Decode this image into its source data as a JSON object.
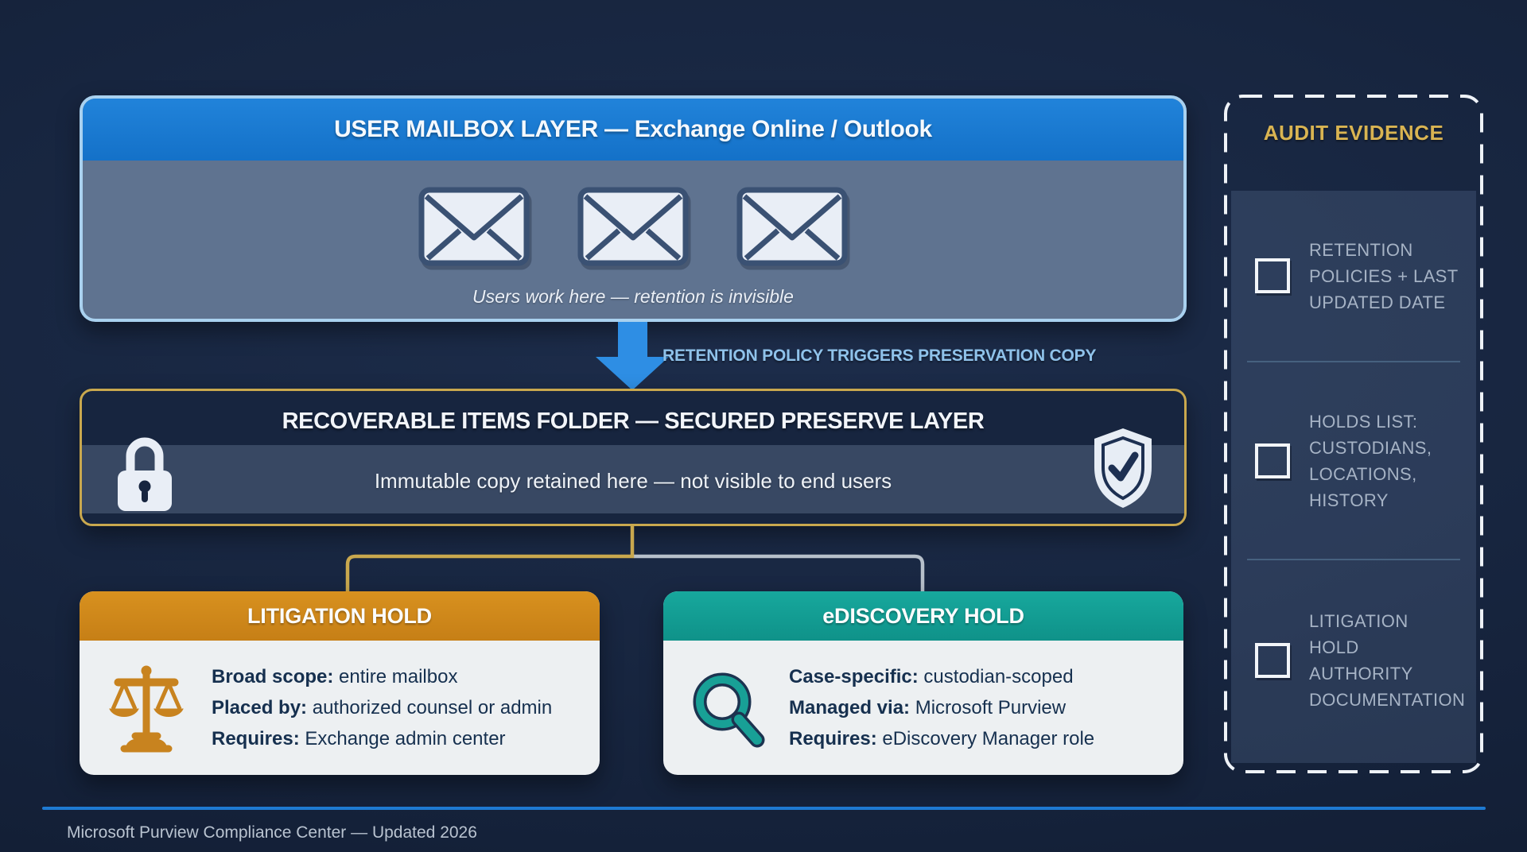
{
  "mailbox_layer": {
    "title": "USER MAILBOX LAYER — Exchange Online / Outlook",
    "caption": "Users work here — retention is invisible",
    "envelope_count": 3
  },
  "flow": {
    "label": "RETENTION POLICY TRIGGERS PRESERVATION COPY"
  },
  "preserve_layer": {
    "title": "RECOVERABLE ITEMS FOLDER — SECURED PRESERVE LAYER",
    "caption": "Immutable copy retained here — not visible to end users"
  },
  "cards": [
    {
      "title": "LITIGATION HOLD",
      "icon": "scales-of-justice-icon",
      "accent": "#d0881c",
      "details": [
        {
          "label": "Broad scope:",
          "value": "entire mailbox"
        },
        {
          "label": "Placed by:",
          "value": "authorized counsel or admin"
        },
        {
          "label": "Requires:",
          "value": "Exchange admin center"
        }
      ]
    },
    {
      "title": "eDISCOVERY HOLD",
      "icon": "magnifier-icon",
      "accent": "#14a096",
      "details": [
        {
          "label": "Case-specific:",
          "value": "custodian-scoped"
        },
        {
          "label": "Managed via:",
          "value": "Microsoft Purview"
        },
        {
          "label": "Requires:",
          "value": "eDiscovery Manager role"
        }
      ]
    }
  ],
  "audit_panel": {
    "title": "AUDIT EVIDENCE",
    "items": [
      {
        "checked": false,
        "lines": [
          "RETENTION",
          "POLICIES + LAST",
          "UPDATED DATE"
        ]
      },
      {
        "checked": false,
        "lines": [
          "HOLDS LIST:",
          "CUSTODIANS,",
          "LOCATIONS,",
          "HISTORY"
        ]
      },
      {
        "checked": false,
        "lines": [
          "LITIGATION",
          "HOLD",
          "AUTHORITY",
          "DOCUMENTATION"
        ]
      }
    ]
  },
  "footer": {
    "text": "Microsoft Purview Compliance Center — Updated 2026"
  },
  "colors": {
    "background": "#17253f",
    "mailbox_header_blue": "#1879d1",
    "mailbox_body_slate": "#5f7390",
    "box_outline_lightblue": "#a9d1ef",
    "arrow_blue": "#2e8ee4",
    "flow_label_blue": "#8fc2ea",
    "gold_border": "#c9a84e",
    "litigation_orange": "#d0881c",
    "ediscovery_teal": "#14a096",
    "card_body_gray": "#edf0f2",
    "card_text_navy": "#16304f",
    "audit_title_gold": "#d9b452",
    "audit_text_gray": "#a6b3c5",
    "footer_line_blue": "#1e7ad2"
  }
}
